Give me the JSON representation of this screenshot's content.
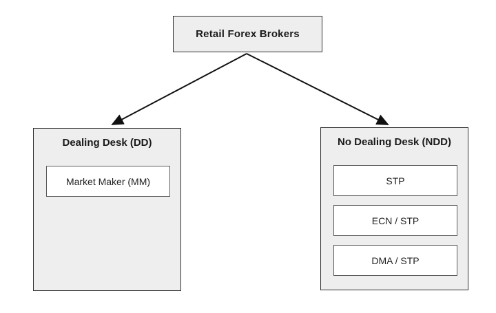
{
  "diagram": {
    "root": {
      "label": "Retail Forex Brokers"
    },
    "branches": [
      {
        "title": "Dealing Desk (DD)",
        "children": [
          "Market Maker (MM)"
        ]
      },
      {
        "title": "No Dealing Desk (NDD)",
        "children": [
          "STP",
          "ECN / STP",
          "DMA / STP"
        ]
      }
    ],
    "colors": {
      "box_fill": "#eeeeee",
      "box_border": "#2f2f2f",
      "inner_fill": "#ffffff",
      "inner_border": "#5a5a5a",
      "arrow": "#111111"
    }
  }
}
